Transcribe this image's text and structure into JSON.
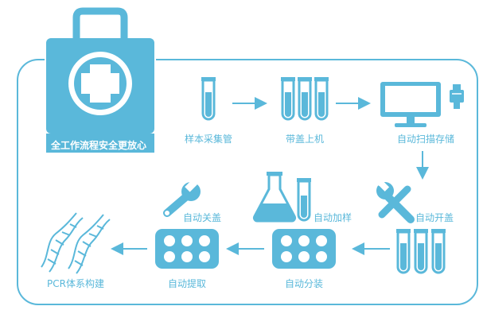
{
  "colors": {
    "accent": "#5ab8da",
    "accent_dark": "#2f9cc6",
    "white": "#ffffff"
  },
  "badge": {
    "title": "全工作流程安全更放心",
    "icon": "first-aid-kit-icon"
  },
  "steps": {
    "sample_collection": {
      "label": "样本采集管",
      "icon": "test-tube-icon"
    },
    "capped_loading": {
      "label": "带盖上机",
      "icon": "three-test-tubes-icon"
    },
    "auto_scan_store": {
      "label": "自动扫描存储",
      "icon": "monitor-scanner-icon"
    },
    "auto_uncap": {
      "label": "自动开盖",
      "icon": "wrench-screwdriver-icon"
    },
    "auto_sampling": {
      "label": "自动加样",
      "icon": "flask-tube-icon"
    },
    "auto_dispensing": {
      "label": "自动分装",
      "icon": "well-plate-icon"
    },
    "auto_capping": {
      "label": "自动关盖",
      "icon": "wrench-icon"
    },
    "auto_extraction": {
      "label": "自动提取",
      "icon": "well-plate-icon"
    },
    "pcr_setup": {
      "label": "PCR体系构建",
      "icon": "dna-helix-icon"
    }
  }
}
